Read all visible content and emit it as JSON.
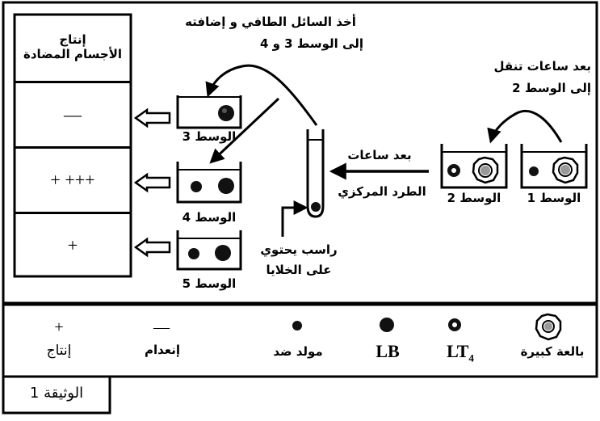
{
  "table": {
    "header_line1": "إنتاج",
    "header_line2": "الأجسام المضادة",
    "rows": [
      {
        "medium": "الوسط 3",
        "result": "—"
      },
      {
        "medium": "الوسط 4",
        "result": "+ +++"
      },
      {
        "medium": "الوسط 5",
        "result": "+"
      }
    ]
  },
  "annotations": {
    "supernatant_line1": "أخذ السائل الطافي و إضافته",
    "supernatant_line2": "إلى الوسط 3 و 4",
    "transfer_line1": "بعد ساعات تنقل",
    "transfer_line2": "إلى الوسط 2",
    "centrifuge_line1": "بعد ساعات",
    "centrifuge_line2": "الطرد المركزي",
    "pellet_line1": "راسب يحتوي",
    "pellet_line2": "على الخلايا"
  },
  "media": {
    "m1": "الوسط 1",
    "m2": "الوسط 2",
    "m3": "الوسط 3",
    "m4": "الوسط 4",
    "m5": "الوسط 5"
  },
  "legend": {
    "production_symbol": "+",
    "production_label": "إنتاج",
    "absence_symbol": "—",
    "absence_label": "إنعدام",
    "antigen_label": "مولد ضد",
    "lb_label": "LB",
    "lt_label": "LT",
    "lt_sub": "4",
    "macrophage_label": "بالعة كبيرة"
  },
  "caption": "الوثيقة 1"
}
